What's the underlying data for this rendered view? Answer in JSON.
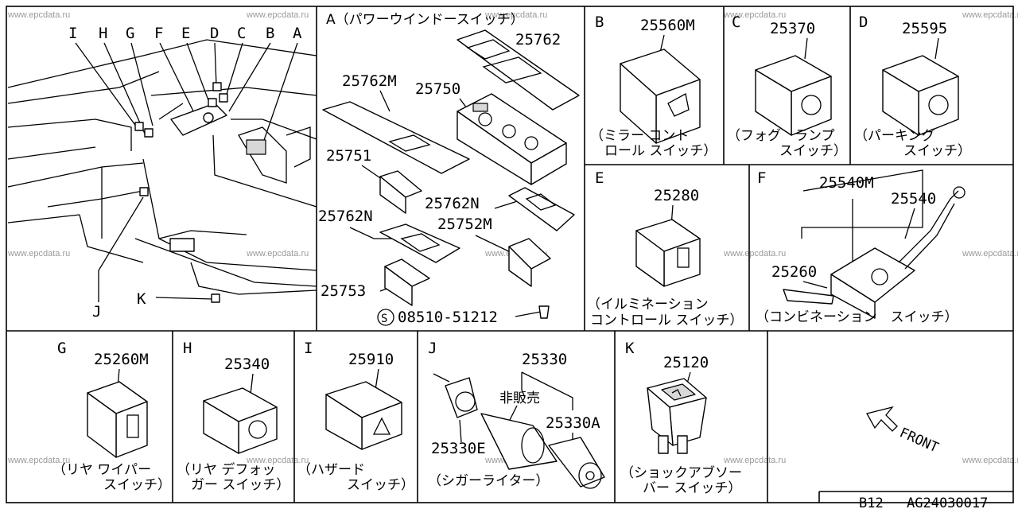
{
  "watermark": "www.epcdata.ru",
  "footer": {
    "model": "B12",
    "code": "AG24030017"
  },
  "panels": {
    "main": {
      "letters": [
        "I",
        "H",
        "G",
        "F",
        "E",
        "D",
        "C",
        "B",
        "A",
        "J",
        "K"
      ]
    },
    "a": {
      "title": "A（パワーウインドースイッチ）",
      "parts": [
        "25762",
        "25762M",
        "25750",
        "25751",
        "25762N",
        "25762N",
        "25752M",
        "25753"
      ],
      "screw": {
        "symbol": "S",
        "number": "08510-51212"
      }
    },
    "b": {
      "letter": "B",
      "part": "25560M",
      "caption": [
        "（ミラー コント",
        "ロール スイッチ）"
      ]
    },
    "c": {
      "letter": "C",
      "part": "25370",
      "caption": [
        "（フォグ　ランプ",
        "スイッチ）"
      ]
    },
    "d": {
      "letter": "D",
      "part": "25595",
      "caption": [
        "（パーキング",
        "スイッチ）"
      ]
    },
    "e": {
      "letter": "E",
      "part": "25280",
      "caption": [
        "（イルミネーション",
        "コントロール スイッチ）"
      ]
    },
    "f": {
      "letter": "F",
      "parts": [
        "25540M",
        "25540",
        "25260"
      ],
      "caption": [
        "（コンビネーション　スイッチ）"
      ]
    },
    "g": {
      "letter": "G",
      "part": "25260M",
      "caption": [
        "（リヤ ワイパー",
        "スイッチ）"
      ]
    },
    "h": {
      "letter": "H",
      "part": "25340",
      "caption": [
        "（リヤ デフォッ",
        "ガー スイッチ）"
      ]
    },
    "i": {
      "letter": "I",
      "part": "25910",
      "caption": [
        "（ハザード",
        "スイッチ）"
      ]
    },
    "j": {
      "letter": "J",
      "parts": [
        "25330",
        "非販売",
        "25330A",
        "25330E"
      ],
      "caption": [
        "（シガーライター）"
      ]
    },
    "k": {
      "letter": "K",
      "part": "25120",
      "caption": [
        "（ショックアブソー",
        "バー スイッチ）"
      ]
    },
    "front": {
      "label": "FRONT"
    }
  }
}
